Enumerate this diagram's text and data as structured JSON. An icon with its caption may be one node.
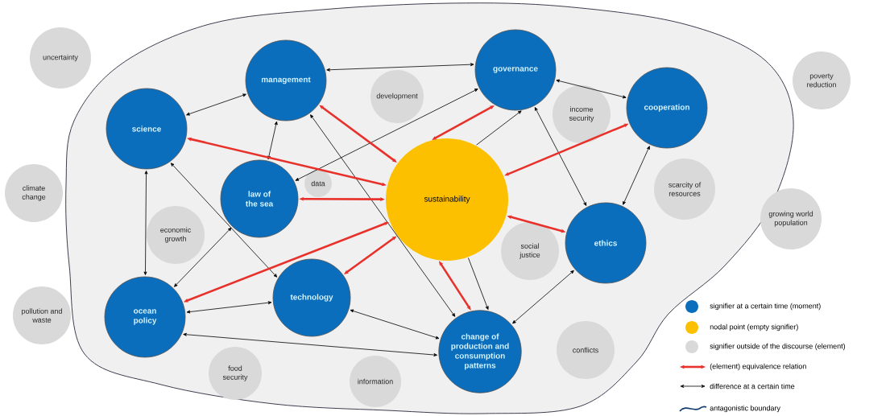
{
  "diagram": {
    "nodes": [
      {
        "text": [
          "uncertainty"
        ]
      },
      {
        "text": [
          "management"
        ]
      },
      {
        "text": [
          "development"
        ]
      },
      {
        "text": [
          "governance"
        ]
      },
      {
        "text": [
          "cooperation"
        ]
      },
      {
        "text": [
          "poverty reduction"
        ]
      },
      {
        "text": [
          "science"
        ]
      },
      {
        "text": [
          "income security"
        ]
      },
      {
        "text": [
          "law of the sea"
        ]
      },
      {
        "text": [
          "data"
        ]
      },
      {
        "text": [
          "sustainability"
        ]
      },
      {
        "text": [
          "climate change"
        ]
      },
      {
        "text": [
          "scarcity of resources"
        ]
      },
      {
        "text": [
          "growing world population"
        ]
      },
      {
        "text": [
          "economic growth"
        ]
      },
      {
        "text": [
          "social justice"
        ]
      },
      {
        "text": [
          "ethics"
        ]
      },
      {
        "text": [
          "ocean policy"
        ]
      },
      {
        "text": [
          "technology"
        ]
      },
      {
        "text": [
          "pollution and waste"
        ]
      },
      {
        "text": [
          "change of production and consumption patterns"
        ]
      },
      {
        "text": [
          "conflicts"
        ]
      },
      {
        "text": [
          "food security"
        ]
      },
      {
        "text": [
          "information"
        ]
      }
    ],
    "edges": [
      {
        "from": 1,
        "to": 3,
        "arrow": "both"
      },
      {
        "from": 6,
        "to": 1,
        "arrow": "both"
      },
      {
        "from": 3,
        "to": 4,
        "arrow": "both"
      },
      {
        "from": 3,
        "to": 8,
        "arrow": "both"
      },
      {
        "from": 1,
        "to": 8,
        "arrow": "both"
      },
      {
        "from": 1,
        "to": 20,
        "arrow": "both"
      },
      {
        "from": 6,
        "to": 18,
        "arrow": "both"
      },
      {
        "from": 6,
        "to": 17,
        "arrow": "both"
      },
      {
        "from": 8,
        "to": 17,
        "arrow": "both"
      },
      {
        "from": 17,
        "to": 18,
        "arrow": "both"
      },
      {
        "from": 17,
        "to": 20,
        "arrow": "both"
      },
      {
        "from": 18,
        "to": 20,
        "arrow": "both"
      },
      {
        "from": 3,
        "to": 16,
        "arrow": "both"
      },
      {
        "from": 4,
        "to": 16,
        "arrow": "both"
      },
      {
        "from": 16,
        "to": 20,
        "arrow": "both"
      },
      {
        "from": 10,
        "to": 3,
        "arrow": "to"
      },
      {
        "from": 10,
        "to": 20,
        "arrow": "to"
      },
      {
        "from": 10,
        "to": 6,
        "arrow": "both",
        "style": "thick",
        "color": "#e8312a"
      },
      {
        "from": 10,
        "to": 1,
        "arrow": "both",
        "style": "thick",
        "color": "#e8312a"
      },
      {
        "from": 10,
        "to": 3,
        "arrow": "both",
        "style": "thick",
        "color": "#e8312a"
      },
      {
        "from": 10,
        "to": 4,
        "arrow": "both",
        "style": "thick",
        "color": "#e8312a"
      },
      {
        "from": 10,
        "to": 8,
        "arrow": "both",
        "style": "thick",
        "color": "#e8312a"
      },
      {
        "from": 10,
        "to": 16,
        "arrow": "both",
        "style": "thick",
        "color": "#e8312a"
      },
      {
        "from": 10,
        "to": 17,
        "arrow": "both",
        "style": "thick",
        "color": "#e8312a"
      },
      {
        "from": 10,
        "to": 18,
        "arrow": "both",
        "style": "thick",
        "color": "#e8312a"
      },
      {
        "from": 10,
        "to": 20,
        "arrow": "both",
        "style": "thick",
        "color": "#e8312a"
      }
    ],
    "legend": [
      {
        "text": "signifier at a certain time (moment)",
        "color": "#0a6ebd"
      },
      {
        "text": "nodal point (empty signifier)",
        "color": "#fcc000"
      },
      {
        "text": "signifier outside of the discourse (element)",
        "color": "#d9d9d9"
      },
      {
        "text": "(element) equivalence relation"
      },
      {
        "text": "difference at a certain time"
      },
      {
        "text": "antagonistic boundary"
      }
    ]
  }
}
